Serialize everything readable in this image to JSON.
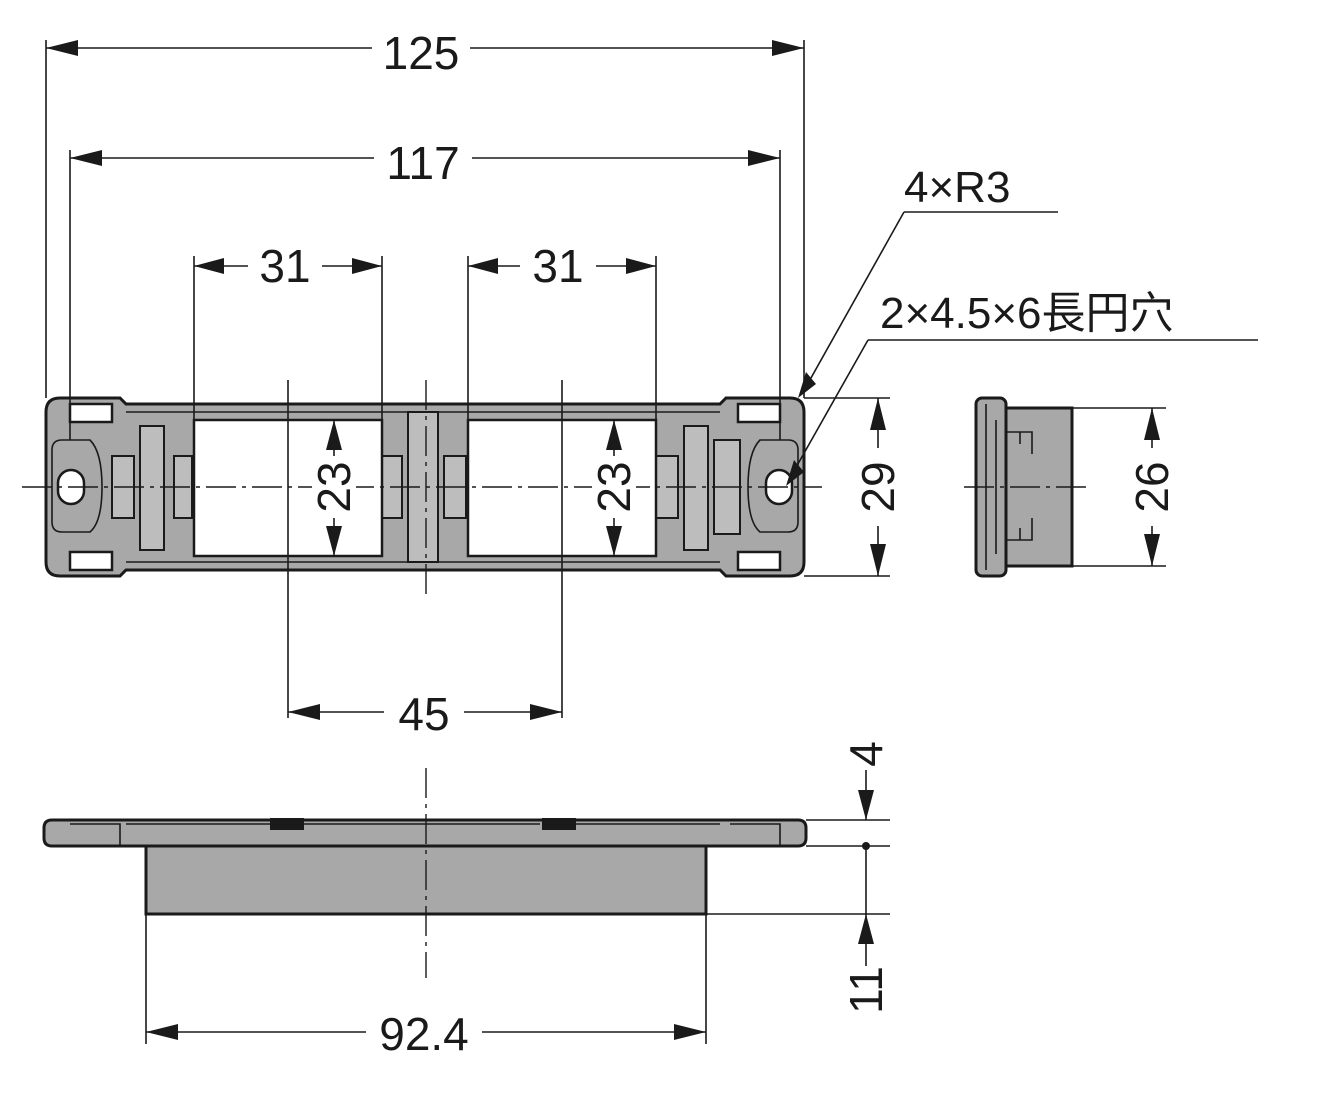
{
  "dimensions": {
    "overall_width": "125",
    "hole_pitch": "117",
    "opening_left_width": "31",
    "opening_right_width": "31",
    "opening_left_height": "23",
    "opening_right_height": "23",
    "opening_pitch": "45",
    "plate_height": "29",
    "side_body_height": "26",
    "plate_thickness": "4",
    "body_depth": "11",
    "body_width": "92.4"
  },
  "notes": {
    "corner_radius": "4×R3",
    "slot_holes": "2×4.5×6長円穴"
  },
  "colors": {
    "part_fill": "#a8a8a8",
    "line": "#1a1a1a"
  }
}
